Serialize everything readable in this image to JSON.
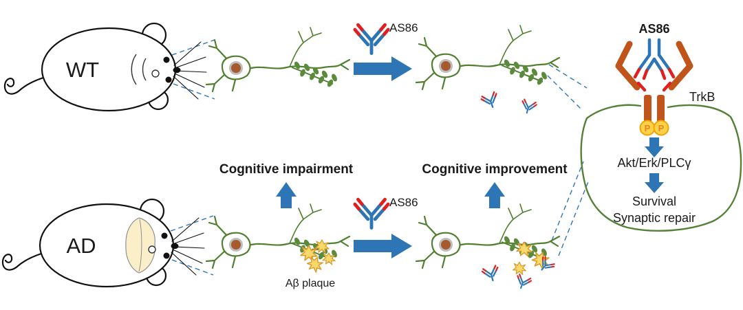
{
  "top_row": {
    "mouse_label": "WT",
    "as86_label": "AS86"
  },
  "bottom_row": {
    "mouse_label": "AD",
    "as86_label": "AS86",
    "impairment_label": "Cognitive impairment",
    "improvement_label": "Cognitive improvement",
    "plaque_label": "Aβ plaque"
  },
  "pathway": {
    "as86_label": "AS86",
    "receptor_label": "TrkB",
    "phospho_left": "P",
    "phospho_right": "P",
    "cascade_label": "Akt/Erk/PLCγ",
    "outcome_line1": "Survival",
    "outcome_line2": "Synaptic repair"
  },
  "colors": {
    "arrow_blue": "#2E75B6",
    "dashed_blue": "#2E75B6",
    "neuron_green": "#4F7F2F",
    "antibody_blue": "#2E75B6",
    "antibody_red": "#E02020",
    "receptor_brown": "#C0541A",
    "phospho_yellow": "#FFD24A",
    "phospho_text": "#E8851C",
    "plaque_yellow": "#F5C542",
    "nucleus_brown": "#A65A2E",
    "ad_brain_fill": "#FBEFC9",
    "outline_black": "#111111"
  }
}
